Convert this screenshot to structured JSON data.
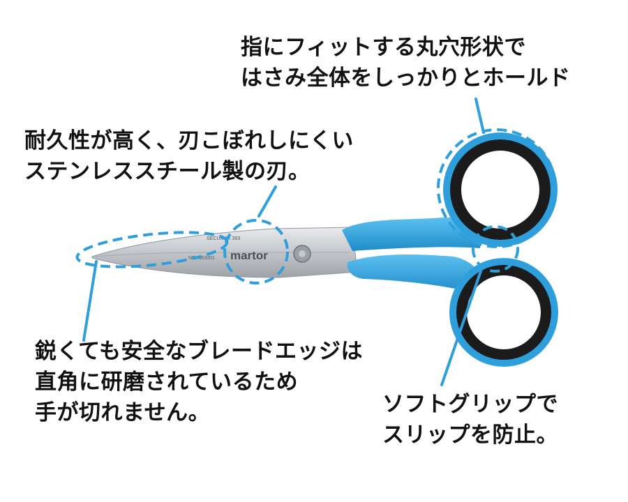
{
  "colors": {
    "accent_blue": "#2f9fdc",
    "handle_black": "#1b1b1b",
    "blade_steel": "#c9cdd1",
    "text": "#111111"
  },
  "captions": {
    "handle_fit": [
      "指にフィットする丸穴形状で",
      "はさみ全体をしっかりとホールド"
    ],
    "steel_blade": [
      "耐久性が高く、刃こぼれしにくい",
      "ステンレススチール製の刃。"
    ],
    "safe_edge": [
      "鋭くても安全なブレードエッジは",
      "直角に研磨されているため",
      "手が切れません。"
    ],
    "soft_grip": [
      "ソフトグリップで",
      "スリップを防止。"
    ]
  },
  "product": {
    "brand": "martor",
    "model": "SECUMAX 363",
    "number": "NO. 363001"
  }
}
